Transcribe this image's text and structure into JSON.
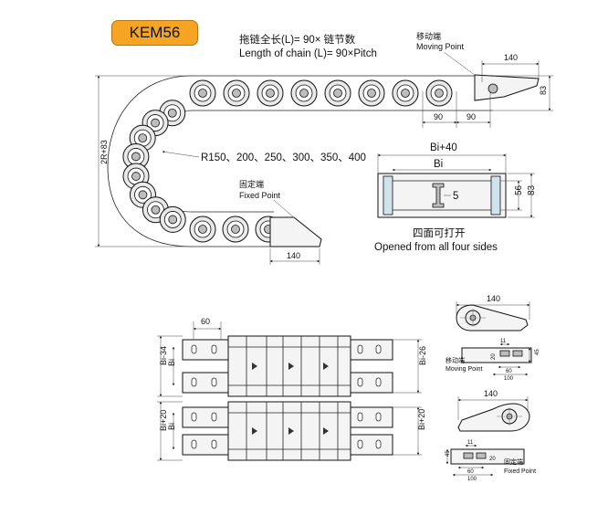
{
  "model": "KEM56",
  "top_view": {
    "length_cn": "拖链全长(L)= 90× 链节数",
    "length_en": "Length of chain (L)= 90×Pitch",
    "moving_cn": "移动端",
    "moving_en": "Moving Point",
    "fixed_cn": "固定端",
    "fixed_en": "Fixed Point",
    "radius": "R150、200、250、300、350、400",
    "height": "2R+83",
    "dim_140_top": "140",
    "dim_83_right": "83",
    "pitch_a": "90",
    "pitch_b": "90",
    "dim_140_bottom": "140"
  },
  "cross_section": {
    "width_outer": "Bi+40",
    "width_inner": "Bi",
    "gap": "5",
    "h_inner": "56",
    "h_outer": "83",
    "caption_cn": "四面可打开",
    "caption_en": "Opened from all four sides"
  },
  "plan_view": {
    "pitch": "60",
    "left_upper_a": "Bi-34",
    "left_upper_b": "Bi",
    "left_lower_a": "Bi+20",
    "left_lower_b": "Bi",
    "right_upper": "Bi-26",
    "right_lower": "Bi+20"
  },
  "brackets": {
    "moving": {
      "width": "140",
      "d11": "11",
      "d20": "20",
      "d45": "45",
      "d60": "60",
      "d100": "100",
      "label_cn": "移动端",
      "label_en": "Moving Point"
    },
    "fixed": {
      "width": "140",
      "d11": "11",
      "d20": "20",
      "d45": "45",
      "d60": "60",
      "d100": "100",
      "label_cn": "固定端",
      "label_en": "Fixed Point"
    }
  }
}
